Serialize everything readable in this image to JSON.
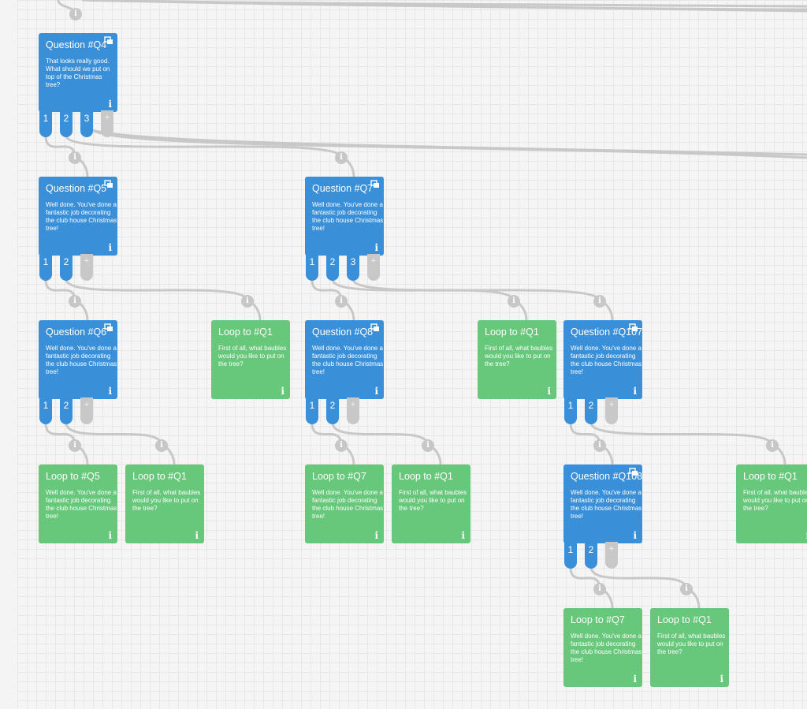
{
  "nodes": [
    {
      "id": "q4",
      "kind": "question",
      "title": "Question #Q4",
      "text": "That looks really good. What should we put on top of the Christmas tree?",
      "ports": [
        "1",
        "2",
        "3"
      ]
    },
    {
      "id": "q5",
      "kind": "question",
      "title": "Question #Q5",
      "text": "Well done. You've done a fantastic job decorating the club house Christmas tree!",
      "ports": [
        "1",
        "2"
      ]
    },
    {
      "id": "q7",
      "kind": "question",
      "title": "Question #Q7",
      "text": "Well done. You've done a fantastic job decorating the club house Christmas tree!",
      "ports": [
        "1",
        "2",
        "3"
      ]
    },
    {
      "id": "q6",
      "kind": "question",
      "title": "Question #Q6",
      "text": "Well done. You've done a fantastic job decorating the club house Christmas tree!",
      "ports": [
        "1",
        "2"
      ]
    },
    {
      "id": "loop-q1-a",
      "kind": "loop",
      "title": "Loop to #Q1",
      "text": "First of all, what baubles would you like to put on the tree?"
    },
    {
      "id": "q8",
      "kind": "question",
      "title": "Question #Q8",
      "text": "Well done. You've done a fantastic job decorating the club house Christmas tree!",
      "ports": [
        "1",
        "2"
      ]
    },
    {
      "id": "loop-q1-b",
      "kind": "loop",
      "title": "Loop to #Q1",
      "text": "First of all, what baubles would you like to put on the tree?"
    },
    {
      "id": "q107",
      "kind": "question",
      "title": "Question #Q107",
      "text": "Well done. You've done a fantastic job decorating the club house Christmas tree!",
      "ports": [
        "1",
        "2"
      ]
    },
    {
      "id": "loop-q5",
      "kind": "loop",
      "title": "Loop to #Q5",
      "text": "Well done. You've done a fantastic job decorating the club house Christmas tree!"
    },
    {
      "id": "loop-q1-c",
      "kind": "loop",
      "title": "Loop to #Q1",
      "text": "First of all, what baubles would you like to put on the tree?"
    },
    {
      "id": "loop-q7-a",
      "kind": "loop",
      "title": "Loop to #Q7",
      "text": "Well done. You've done a fantastic job decorating the club house Christmas tree!"
    },
    {
      "id": "loop-q1-d",
      "kind": "loop",
      "title": "Loop to #Q1",
      "text": "First of all, what baubles would you like to put on the tree?"
    },
    {
      "id": "q108",
      "kind": "question",
      "title": "Question #Q108",
      "text": "Well done. You've done a fantastic job decorating the club house Christmas tree!",
      "ports": [
        "1",
        "2"
      ]
    },
    {
      "id": "loop-q1-e",
      "kind": "loop",
      "title": "Loop to #Q1",
      "text": "First of all, what baubles would you like to put on the tree?"
    },
    {
      "id": "loop-q7-b",
      "kind": "loop",
      "title": "Loop to #Q7",
      "text": "Well done. You've done a fantastic job decorating the club house Christmas tree!"
    },
    {
      "id": "loop-q1-f",
      "kind": "loop",
      "title": "Loop to #Q1",
      "text": "First of all, what baubles would you like to put on the tree?"
    }
  ],
  "labels": {
    "add_port": "+",
    "info_glyph": "i"
  },
  "colors": {
    "question": "#3a8fd9",
    "loop": "#67c77a",
    "connector": "#c8c8c8",
    "add_port": "#c8c8c8"
  },
  "icons": {
    "copy": "copy-icon",
    "info": "info-icon"
  }
}
